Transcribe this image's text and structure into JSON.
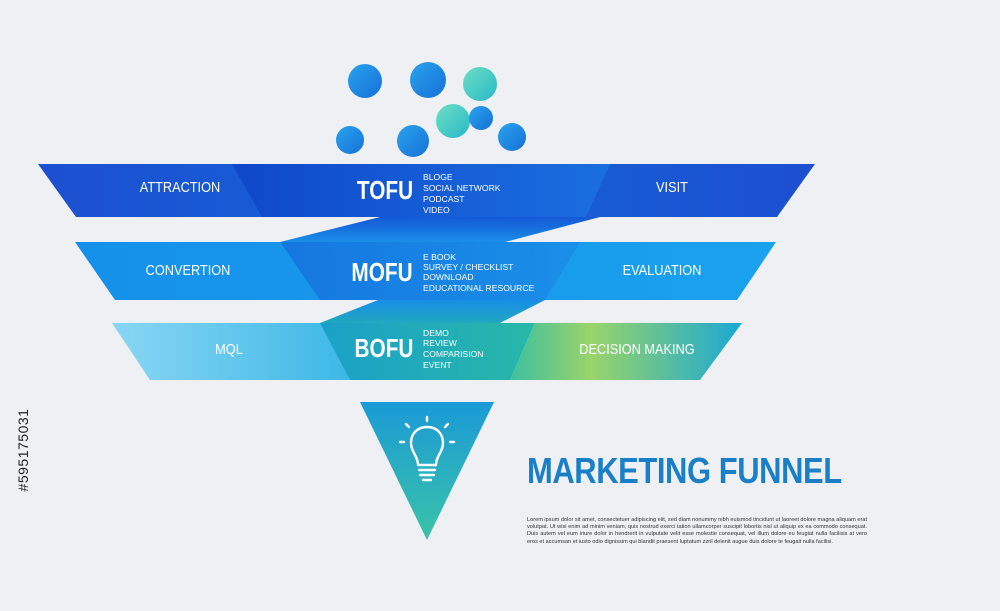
{
  "colors": {
    "background": "#eef0f3",
    "title": "#1a7fc7",
    "tofu_band": "#1256d8",
    "mofu_band": "#1a8fe8",
    "bofu_left": "#7fd0f2",
    "bofu_right": "#1ea9d2",
    "bubble_blue": "#1a8fe0",
    "bubble_green": "#3fd0b8"
  },
  "stock_id": "#595175031",
  "funnel": {
    "tofu": {
      "left": "ATTRACTION",
      "center": "TOFU",
      "items": [
        "BLOGE",
        "SOCIAL NETWORK",
        "PODCAST",
        "VIDEO"
      ],
      "right": "VISIT"
    },
    "mofu": {
      "left": "CONVERTION",
      "center": "MOFU",
      "items": [
        "E BOOK",
        "SURVEY / CHECKLIST",
        "DOWNLOAD",
        "EDUCATIONAL RESOURCE"
      ],
      "right": "EVALUATION"
    },
    "bofu": {
      "left": "MQL",
      "center": "BOFU",
      "items": [
        "DEMO",
        "REVIEW",
        "COMPARISION",
        "EVENT"
      ],
      "right": "DECISION MAKING"
    },
    "tip_icon": "lightbulb-icon"
  },
  "title": "MARKETING FUNNEL",
  "body": "Lorem ipsum dolor sit amet, consectetuer adipiscing elit, sed diam nonummy nibh euismod tincidunt ut laoreet dolore magna aliquam erat volutpat. Ut wisi enim ad minim veniam, quis nostrud exerci tation ullamcorper suscipit lobortis nisl ut aliquip ex ea commodo consequat. Duis autem vel eum iriure dolor in hendrerit in vulputate velit esse molestie consequat, vel illum dolore eu feugiat nulla facilisis at vero eros et accumsan et iusto odio dignissim qui blandit praesent luptatum zzril delenit augue duis dolore te feugait nulla facilisi."
}
